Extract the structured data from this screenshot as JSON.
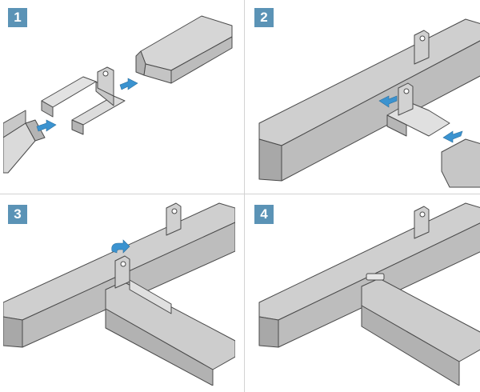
{
  "steps": [
    {
      "number": "1"
    },
    {
      "number": "2"
    },
    {
      "number": "3"
    },
    {
      "number": "4"
    }
  ],
  "colors": {
    "step_badge": "#5b93b6",
    "arrow": "#3b93d0",
    "metal_light": "#d8d8d8",
    "metal_mid": "#b9b9b9",
    "metal_dark": "#8c8c8c",
    "outline": "#4a4a4a",
    "divider": "#d2d2d2"
  },
  "icons": [
    "insert-arrow-icon",
    "rotate-arrow-icon"
  ]
}
